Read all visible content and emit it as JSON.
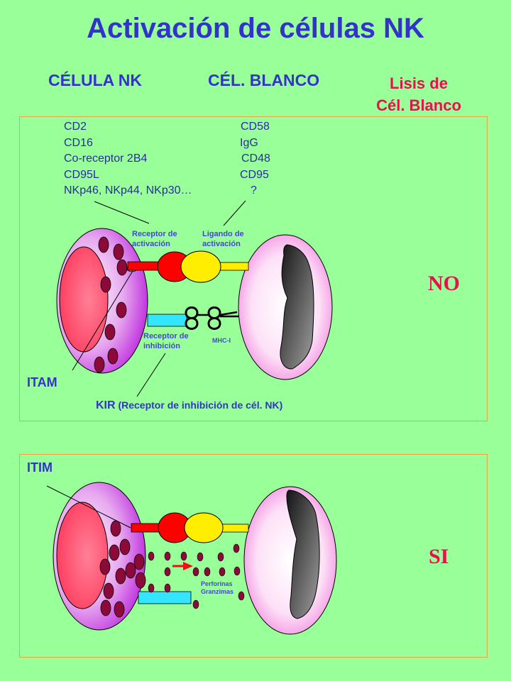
{
  "title": "Activación de células NK",
  "headers": {
    "nk_cell": "CÉLULA NK",
    "target_cell": "CÉL. BLANCO",
    "lysis_line1": "Lisis de",
    "lysis_line2": "Cél. Blanco"
  },
  "receptors": [
    "CD2",
    "CD16",
    "Co-receptor 2B4",
    "CD95L",
    "NKp46, NKp44, NKp30…"
  ],
  "ligands": [
    "CD58",
    "IgG",
    "CD48",
    "CD95",
    "?"
  ],
  "labels": {
    "activating_receptor_1": "Receptor  de",
    "activating_receptor_2": "activación",
    "activating_ligand_1": "Ligando de",
    "activating_ligand_2": "activación",
    "inhibitory_receptor_1": "Receptor  de",
    "inhibitory_receptor_2": "inhibición",
    "mhc": "MHC-I",
    "itam": "ITAM",
    "kir_main": "KIR",
    "kir_detail": "(Receptor de inhibición de cél. NK)",
    "itim": "ITIM",
    "perforins_1": "Perforinas",
    "perforins_2": "Granzimas"
  },
  "outcomes": {
    "panel1": "NO",
    "panel2": "SI"
  },
  "colors": {
    "background": "#99ff99",
    "title": "#3333cc",
    "accent_red": "#e8114f",
    "nucleus": "#ff6680",
    "granule": "#8b0a3a",
    "receptor_red": "#ff0000",
    "ligand_yellow": "#ffee00",
    "inhibitory_cyan": "#33e5ff"
  }
}
